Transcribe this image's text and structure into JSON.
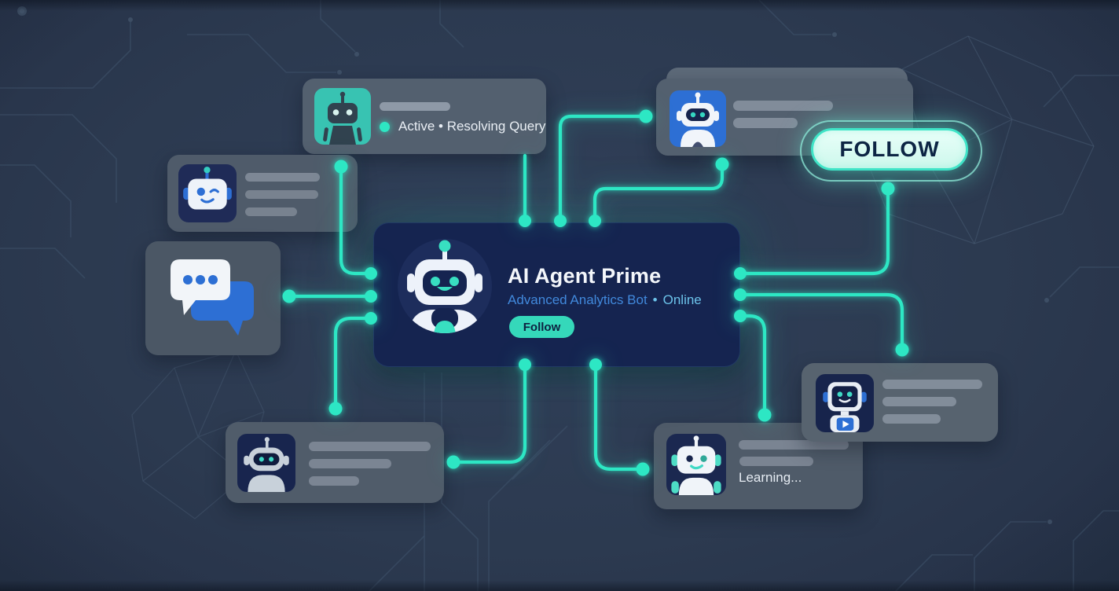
{
  "cards": {
    "active_status": {
      "label": "Active • Resolving Query"
    },
    "central": {
      "title": "AI Agent Prime",
      "subtitle": "Advanced Analytics Bot",
      "separator": "•",
      "status": "Online",
      "follow_button": "Follow"
    },
    "learning": {
      "status": "Learning..."
    },
    "follow_cta": {
      "label": "FOLLOW"
    }
  },
  "icons": {
    "chat": "chat-bubbles-icon",
    "robot": "robot-avatar-icon",
    "play": "play-icon",
    "status_dot": "online-dot-icon"
  },
  "colors": {
    "background": "#2c3a50",
    "accent_teal": "#2de7c4",
    "central_card_navy": "#152450",
    "gray_card": "#53606f",
    "avatar_blue": "#2d6fd4",
    "avatar_teal": "#38c3b2",
    "avatar_navy": "#18254e",
    "subtitle_blue": "#4189dc",
    "online_blue": "#6cc3ea",
    "follow_button_teal": "#35d8ba",
    "cta_fill_mint": "#d9fdf3",
    "cta_text_navy": "#0d2544"
  }
}
